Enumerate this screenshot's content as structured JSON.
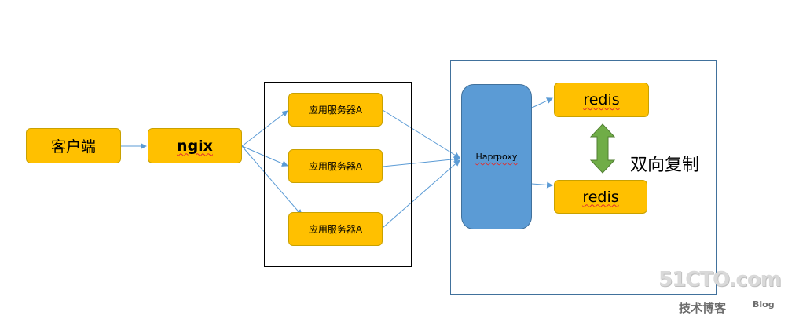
{
  "nodes": {
    "client": "客户端",
    "nginx": "ngix",
    "app_server_1": "应用服务器A",
    "app_server_2": "应用服务器A",
    "app_server_3": "应用服务器A",
    "haproxy": "Haprpoxy",
    "redis_top": "redis",
    "redis_bottom": "redis"
  },
  "labels": {
    "replication": "双向复制"
  },
  "watermark": {
    "site": "51CTO.com",
    "sub": "技术博客",
    "blog": "Blog"
  },
  "colors": {
    "box_fill": "#ffc000",
    "haproxy_fill": "#5b9bd5",
    "arrow": "#5b9bd5",
    "double_arrow": "#70ad47",
    "app_group_border": "#000000",
    "backend_group_border": "#41719c"
  }
}
